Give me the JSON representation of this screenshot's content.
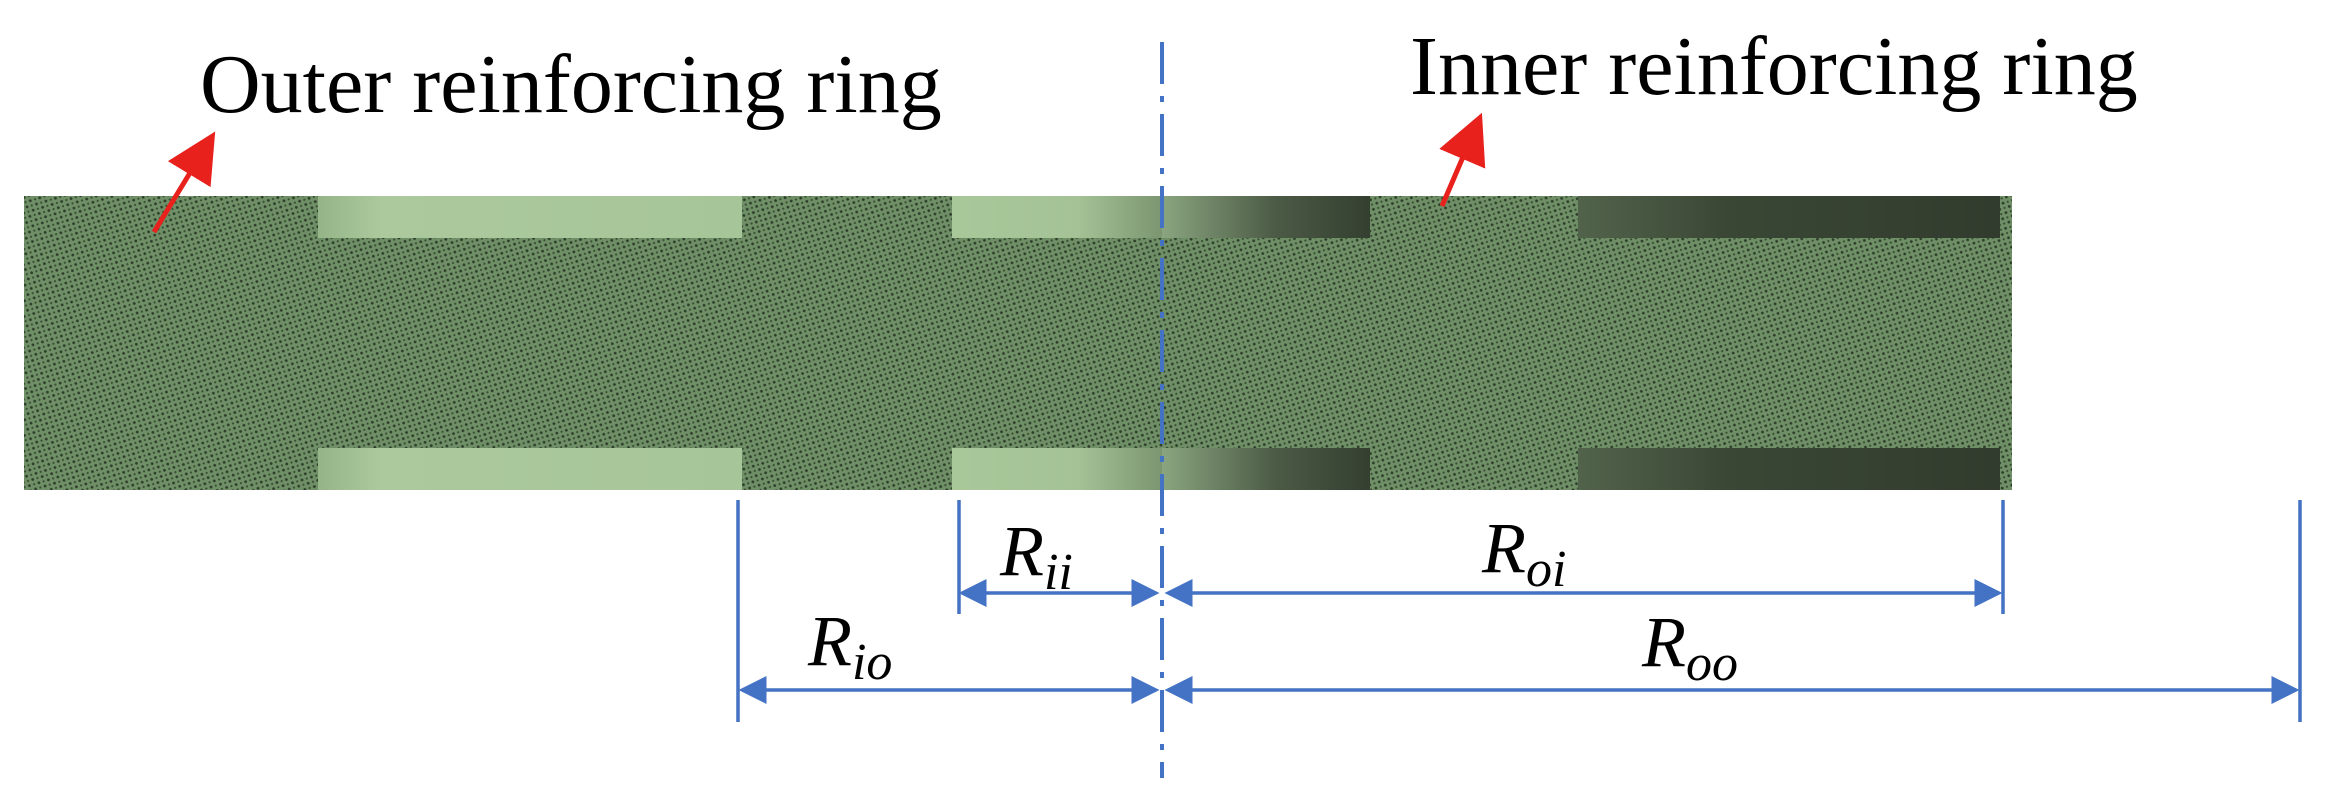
{
  "labels": {
    "outer_ring": "Outer reinforcing ring",
    "inner_ring": "Inner reinforcing ring"
  },
  "dimensions": [
    {
      "id": "r-ii",
      "main": "R",
      "sub": "ii"
    },
    {
      "id": "r-oi",
      "main": "R",
      "sub": "oi"
    },
    {
      "id": "r-io",
      "main": "R",
      "sub": "io"
    },
    {
      "id": "r-oo",
      "main": "R",
      "sub": "oo"
    }
  ],
  "colors": {
    "body": "#6f8f67",
    "body_dots": "#2c3c28",
    "light_ring": "#a8c89a",
    "dark_ring": "#384433",
    "arrow": "#e8211d",
    "dimension": "#4472c4"
  }
}
